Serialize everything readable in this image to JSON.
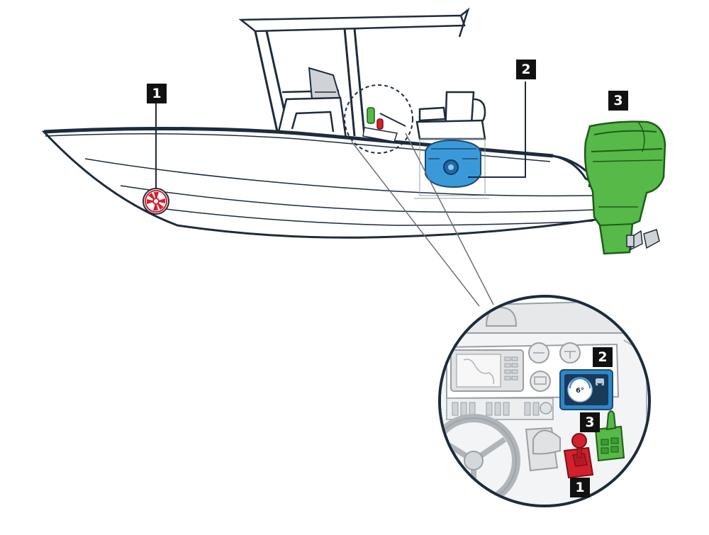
{
  "callouts": [
    {
      "id": "1",
      "color": "#d4202c"
    },
    {
      "id": "2",
      "color": "#3a9ad9"
    },
    {
      "id": "3",
      "color": "#56b948"
    }
  ],
  "inset_callouts": [
    {
      "id": "2"
    },
    {
      "id": "3"
    },
    {
      "id": "1"
    }
  ],
  "display": {
    "angle_value": "6°",
    "mode_icon": "boat-icon"
  },
  "colors": {
    "outline": "#1c2c3c",
    "thruster_red": "#d4202c",
    "stabilizer_blue": "#3a9ad9",
    "outboard_green": "#56b948",
    "console_gray": "#9aa0a6",
    "display_blue": "#2d86c9"
  }
}
